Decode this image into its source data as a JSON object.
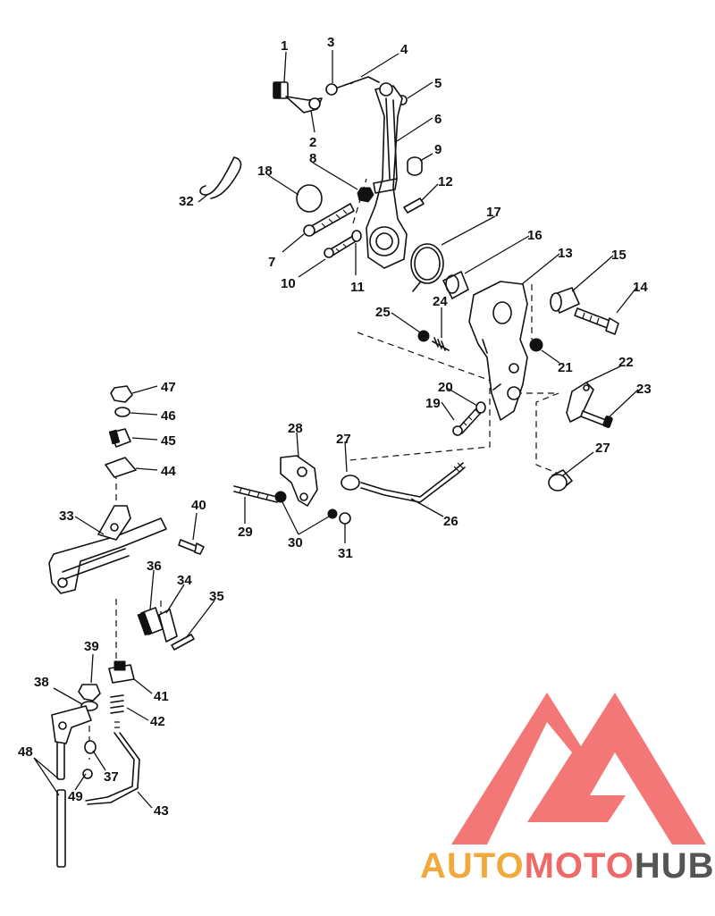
{
  "callouts": {
    "c1": "1",
    "c2": "2",
    "c3": "3",
    "c4": "4",
    "c5": "5",
    "c6": "6",
    "c7": "7",
    "c8": "8",
    "c9": "9",
    "c10": "10",
    "c11": "11",
    "c12": "12",
    "c13": "13",
    "c14": "14",
    "c15": "15",
    "c16": "16",
    "c17": "17",
    "c18": "18",
    "c19": "19",
    "c20": "20",
    "c21": "21",
    "c22": "22",
    "c23": "23",
    "c24": "24",
    "c25": "25",
    "c26": "26",
    "c27a": "27",
    "c27b": "27",
    "c28": "28",
    "c29": "29",
    "c30": "30",
    "c31": "31",
    "c32": "32",
    "c33": "33",
    "c34": "34",
    "c35": "35",
    "c36": "36",
    "c37": "37",
    "c38": "38",
    "c39": "39",
    "c40": "40",
    "c41": "41",
    "c42": "42",
    "c43": "43",
    "c44": "44",
    "c45": "45",
    "c46": "46",
    "c47": "47",
    "c48": "48",
    "c49": "49"
  },
  "watermark": {
    "part_auto": "AUTO",
    "part_moto": "MOTO",
    "part_hub": "HUB"
  },
  "colors": {
    "line": "#111111",
    "logo_red": "#f26b6b",
    "brand_orange": "#f2a93b",
    "brand_red": "#ee6a6a",
    "brand_gray": "#555555"
  }
}
